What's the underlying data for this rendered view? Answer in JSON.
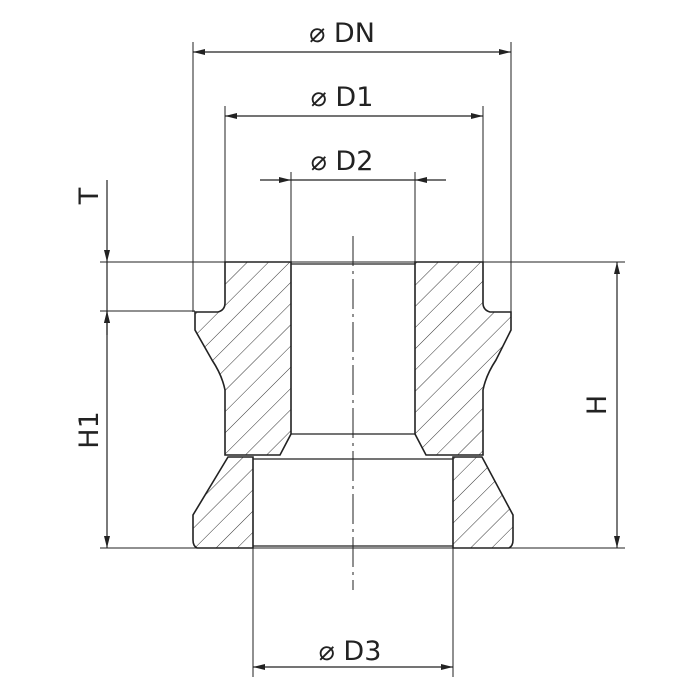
{
  "drawing": {
    "dimensions": {
      "dn": "⌀ DN",
      "d1": "⌀ D1",
      "d2": "⌀ D2",
      "d3": "⌀ D3",
      "t": "T",
      "h1": "H1",
      "h": "H"
    },
    "line_color": "#222222"
  }
}
